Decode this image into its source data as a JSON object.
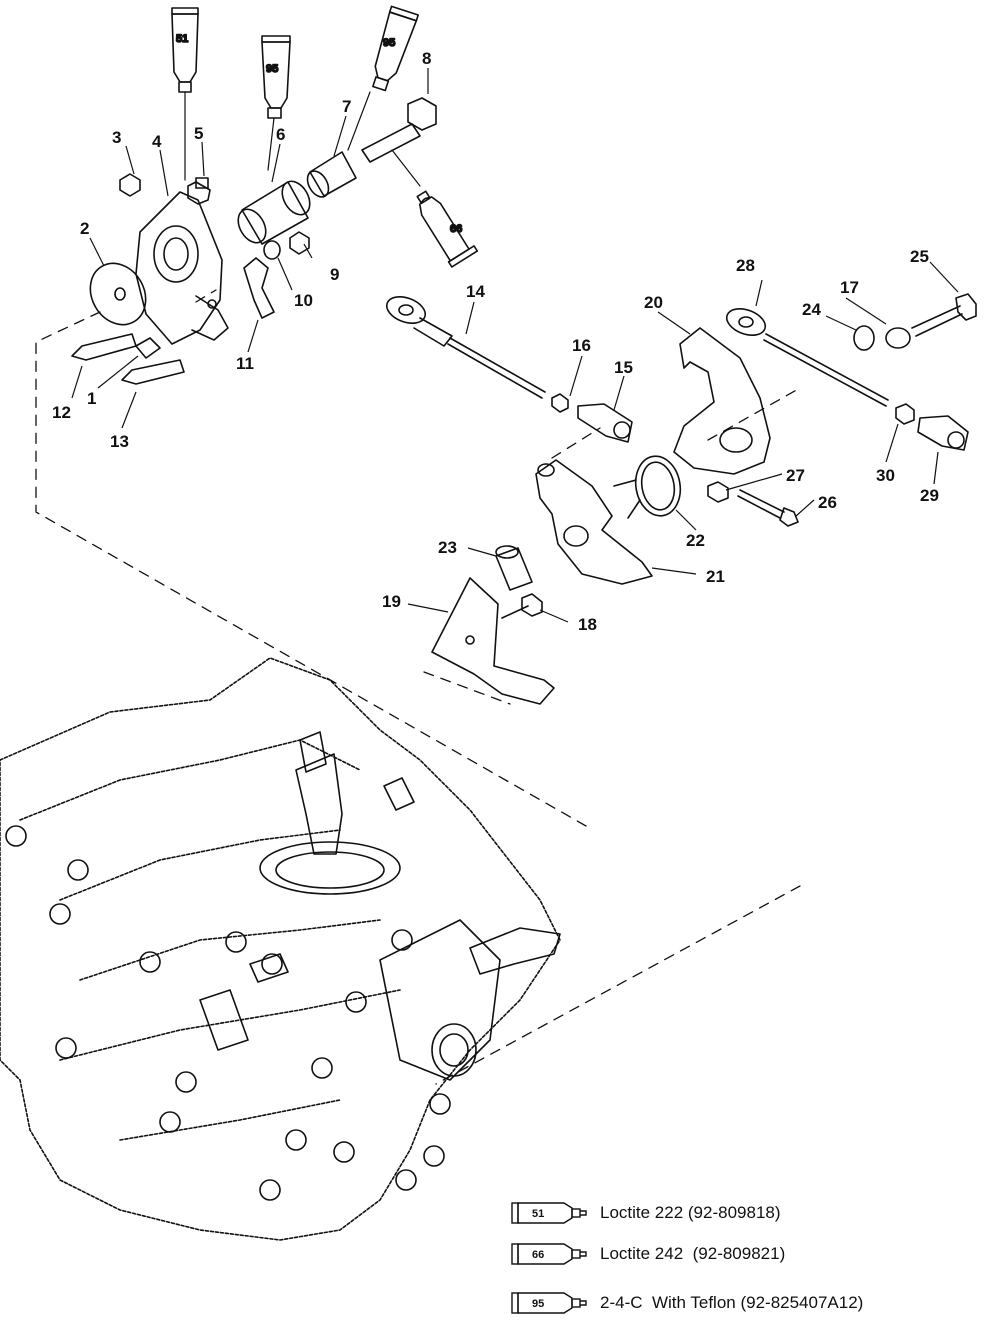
{
  "diagram": {
    "callouts": [
      "1",
      "2",
      "3",
      "4",
      "5",
      "6",
      "7",
      "8",
      "9",
      "10",
      "11",
      "12",
      "13",
      "14",
      "15",
      "16",
      "17",
      "18",
      "19",
      "20",
      "21",
      "22",
      "23",
      "24",
      "25",
      "26",
      "27",
      "28",
      "29",
      "30"
    ],
    "tube_labels": {
      "t51": "51",
      "t95a": "95",
      "t95b": "95",
      "t66": "66"
    }
  },
  "legend": [
    {
      "num": "51",
      "text": "Loctite 222 (92-809818)"
    },
    {
      "num": "66",
      "text": "Loctite 242  (92-809821)"
    },
    {
      "num": "95",
      "text": "2-4-C  With Teflon (92-825407A12)"
    }
  ],
  "colors": {
    "line": "#111111",
    "background": "#ffffff"
  }
}
